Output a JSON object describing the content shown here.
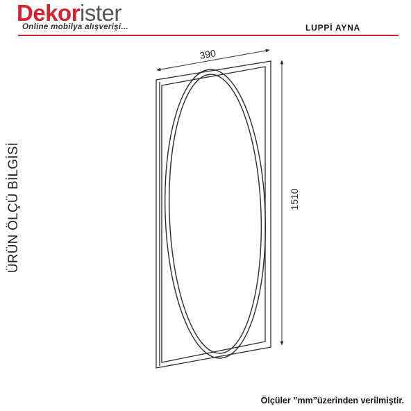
{
  "header": {
    "brand_part1": "Dekor",
    "brand_part2": "ister",
    "tagline": "Online mobilya alışverişi...",
    "product_name": "LUPPİ AYNA"
  },
  "side_label": "ÜRÜN ÖLÇÜ BİLGİSİ",
  "dimensions": {
    "width_label": "390",
    "height_label": "1510"
  },
  "footer_note": "Ölçüler ”mm”üzerinden verilmiştir.",
  "colors": {
    "brand_red": "#d4232e",
    "brand_gray": "#555555",
    "line": "#2a2a2a"
  }
}
